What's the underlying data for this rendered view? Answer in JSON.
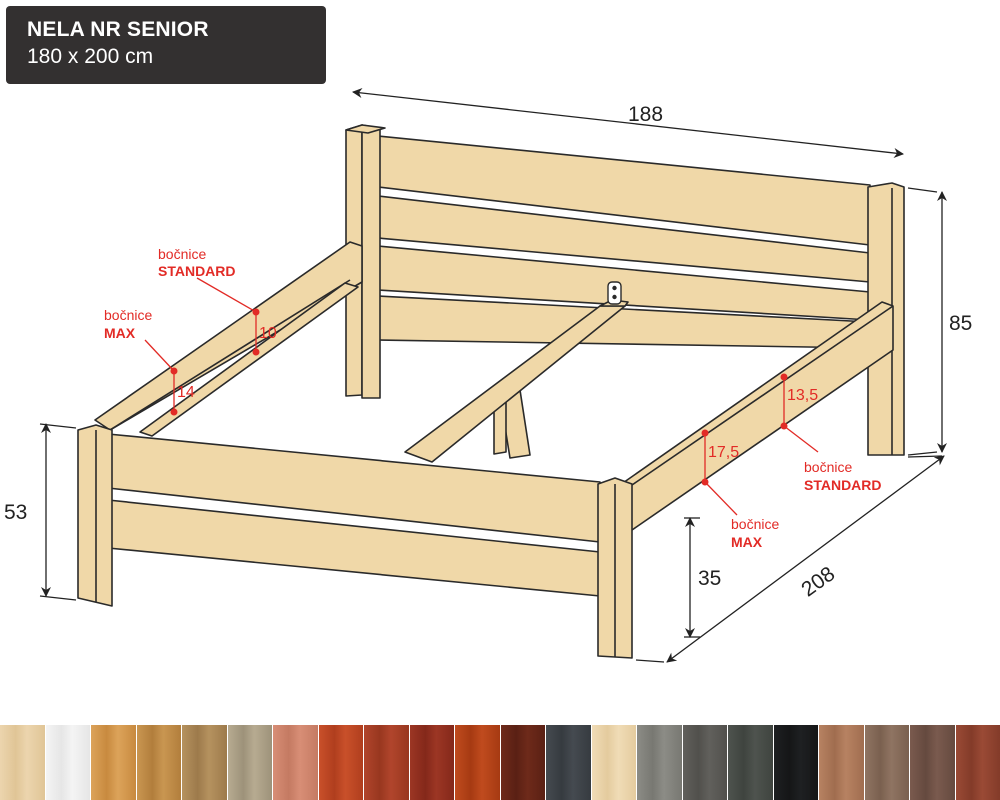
{
  "product": {
    "name": "NELA NR SENIOR",
    "size": "180 x 200 cm"
  },
  "dimensions": {
    "width_top": "188",
    "headboard_height": "85",
    "footboard_height": "53",
    "rail_height": "35",
    "length": "208"
  },
  "rail_positions": {
    "left_standard": {
      "word": "bočnice",
      "type": "STANDARD",
      "value": "10"
    },
    "left_max": {
      "word": "bočnice",
      "type": "MAX",
      "value": "14"
    },
    "right_standard": {
      "word": "bočnice",
      "type": "STANDARD",
      "value": "13,5"
    },
    "right_max": {
      "word": "bočnice",
      "type": "MAX",
      "value": "17,5"
    }
  },
  "colors": {
    "wood": "#f0d8a8",
    "outline": "#2a2a2a",
    "accent": "#e22b26",
    "title_bg": "#333030"
  },
  "swatches": [
    {
      "color": "#ecd5ae",
      "color2": "#e0c596"
    },
    {
      "color": "#f4f4f4",
      "color2": "#e6e6e6"
    },
    {
      "color": "#dca35a",
      "color2": "#c88a3f"
    },
    {
      "color": "#c99651",
      "color2": "#b27e3c"
    },
    {
      "color": "#b5925f",
      "color2": "#9d7a4b"
    },
    {
      "color": "#b7ab91",
      "color2": "#9d927a"
    },
    {
      "color": "#d88e76",
      "color2": "#c47a62"
    },
    {
      "color": "#c9502a",
      "color2": "#b03e1e"
    },
    {
      "color": "#b1452c",
      "color2": "#98371f"
    },
    {
      "color": "#9c3624",
      "color2": "#84281a"
    },
    {
      "color": "#c04b1e",
      "color2": "#a63a12"
    },
    {
      "color": "#6e2a1a",
      "color2": "#5a2014"
    },
    {
      "color": "#454a50",
      "color2": "#363b40"
    },
    {
      "color": "#f0dcb6",
      "color2": "#e4cb9e"
    },
    {
      "color": "#8c8c86",
      "color2": "#787872"
    },
    {
      "color": "#61605c",
      "color2": "#51504c"
    },
    {
      "color": "#4e534e",
      "color2": "#3f443f"
    },
    {
      "color": "#1e2022",
      "color2": "#151617"
    },
    {
      "color": "#b78262",
      "color2": "#a06d4f"
    },
    {
      "color": "#8f7462",
      "color2": "#7a604f"
    },
    {
      "color": "#7a5a4e",
      "color2": "#654a3f"
    },
    {
      "color": "#9a4a35",
      "color2": "#833b29"
    }
  ]
}
